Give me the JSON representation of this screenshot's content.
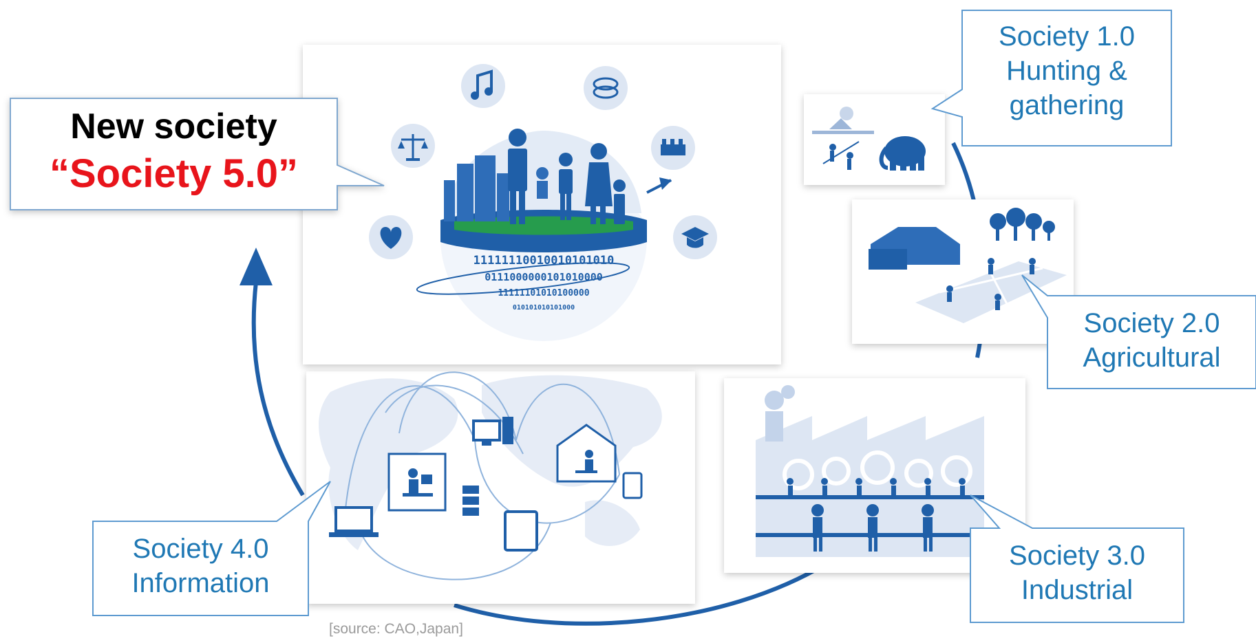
{
  "society5": {
    "line1": "New society",
    "line2": "“Society 5.0”"
  },
  "society1": {
    "line1": "Society 1.0",
    "line2": "Hunting &",
    "line3": "gathering"
  },
  "society2": {
    "line1": "Society 2.0",
    "line2": "Agricultural"
  },
  "society3": {
    "line1": "Society 3.0",
    "line2": "Industrial"
  },
  "society4": {
    "line1": "Society 4.0",
    "line2": "Information"
  },
  "source": "[source: CAO,Japan]",
  "binary": {
    "row1": "11111110010010101010",
    "row2": "0111000000101010000",
    "row3": "11111101010100000",
    "row4": "010101010101000"
  },
  "colors": {
    "accent": "#1f5fa8",
    "callout_text": "#1f78b4",
    "highlight": "#e8141b",
    "pale_fill": "#dde6f3"
  }
}
